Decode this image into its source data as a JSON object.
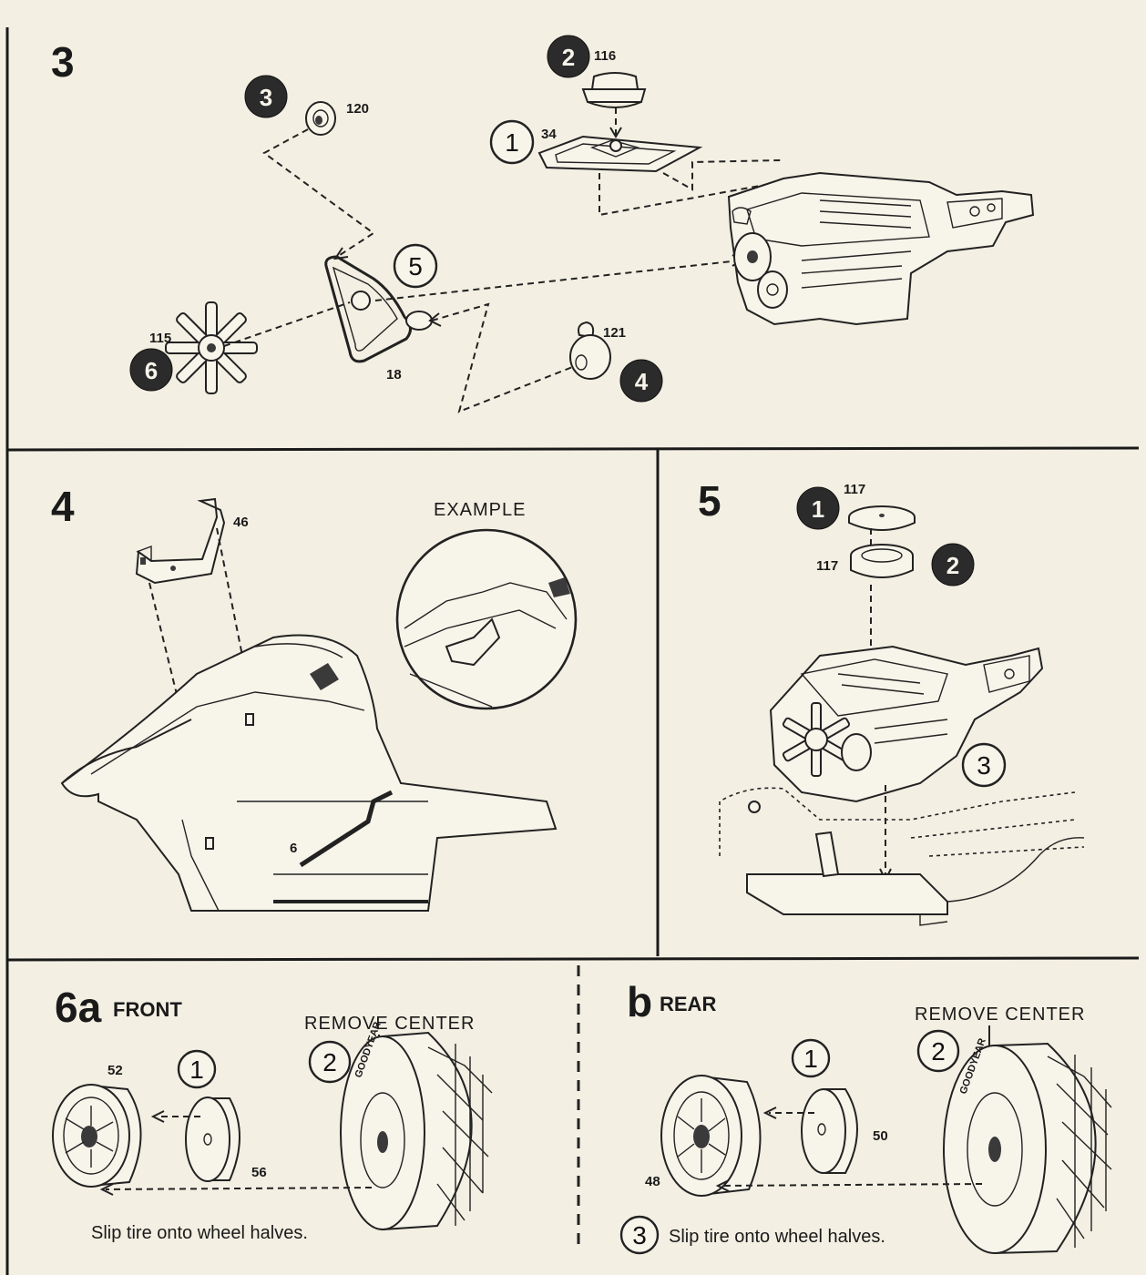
{
  "steps": {
    "s3": {
      "number": "3",
      "callouts": [
        "1",
        "2",
        "3",
        "4",
        "5",
        "6"
      ],
      "parts": {
        "p116": "116",
        "p34": "34",
        "p120": "120",
        "p121": "121",
        "p115": "115",
        "p18": "18"
      }
    },
    "s4": {
      "number": "4",
      "example_label": "EXAMPLE",
      "parts": {
        "p46": "46",
        "p6": "6"
      }
    },
    "s5": {
      "number": "5",
      "callouts": [
        "1",
        "2",
        "3"
      ],
      "parts": {
        "p117a": "117",
        "p117b": "117"
      }
    },
    "s6a": {
      "number": "6a",
      "title": "FRONT",
      "remove_center": "REMOVE CENTER",
      "callouts": [
        "1",
        "2"
      ],
      "parts": {
        "p52": "52",
        "p56": "56"
      },
      "tire_text": "GOODYEAR",
      "instruction": "Slip tire onto wheel halves."
    },
    "s6b": {
      "number": "b",
      "title": "REAR",
      "remove_center": "REMOVE CENTER",
      "callouts": [
        "1",
        "2",
        "3"
      ],
      "parts": {
        "p50": "50",
        "p48": "48"
      },
      "tire_text": "GOODYEAR",
      "instruction": "Slip tire onto wheel halves."
    }
  }
}
